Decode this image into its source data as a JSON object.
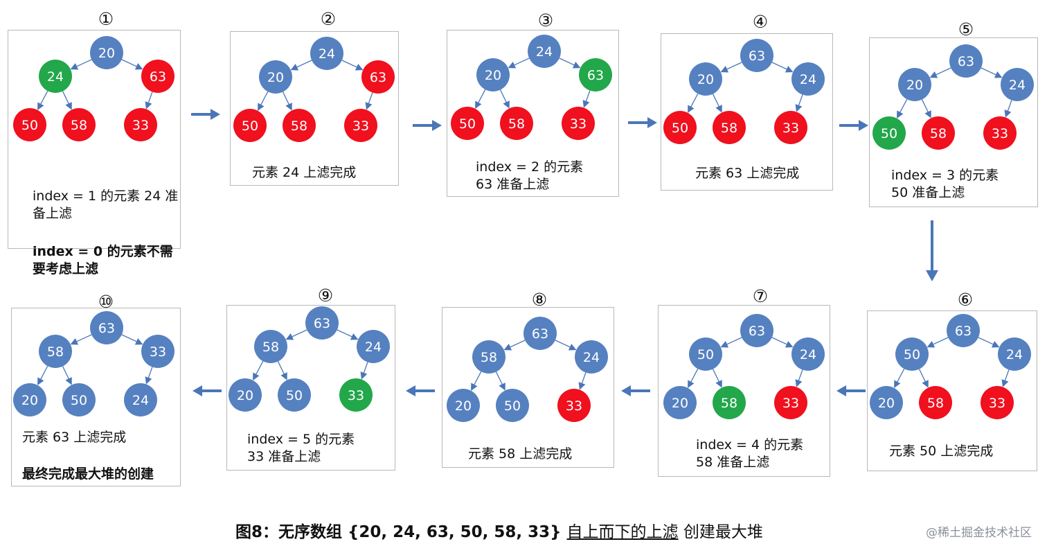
{
  "colors": {
    "blue": "#5681c0",
    "red": "#f0101e",
    "green": "#22a74a",
    "arrow": "#4a76b8"
  },
  "steps": [
    {
      "label": "①",
      "nodes": [
        "20",
        "24",
        "63",
        "50",
        "58",
        "33"
      ],
      "colors": [
        "blue",
        "green",
        "red",
        "red",
        "red",
        "red"
      ],
      "caption": [
        "index = 1 的元素 24 准",
        "备上滤"
      ],
      "bold_caption": [
        "index = 0 的元素不需",
        "要考虑上滤"
      ]
    },
    {
      "label": "②",
      "nodes": [
        "24",
        "20",
        "63",
        "50",
        "58",
        "33"
      ],
      "colors": [
        "blue",
        "blue",
        "red",
        "red",
        "red",
        "red"
      ],
      "caption": [
        "元素 24 上滤完成"
      ]
    },
    {
      "label": "③",
      "nodes": [
        "24",
        "20",
        "63",
        "50",
        "58",
        "33"
      ],
      "colors": [
        "blue",
        "blue",
        "green",
        "red",
        "red",
        "red"
      ],
      "caption": [
        "index = 2 的元素",
        "63 准备上滤"
      ]
    },
    {
      "label": "④",
      "nodes": [
        "63",
        "20",
        "24",
        "50",
        "58",
        "33"
      ],
      "colors": [
        "blue",
        "blue",
        "blue",
        "red",
        "red",
        "red"
      ],
      "caption": [
        "元素 63 上滤完成"
      ]
    },
    {
      "label": "⑤",
      "nodes": [
        "63",
        "20",
        "24",
        "50",
        "58",
        "33"
      ],
      "colors": [
        "blue",
        "blue",
        "blue",
        "green",
        "red",
        "red"
      ],
      "caption": [
        "index = 3 的元素",
        "50 准备上滤"
      ]
    },
    {
      "label": "⑥",
      "nodes": [
        "63",
        "50",
        "24",
        "20",
        "58",
        "33"
      ],
      "colors": [
        "blue",
        "blue",
        "blue",
        "blue",
        "red",
        "red"
      ],
      "caption": [
        "元素 50 上滤完成"
      ]
    },
    {
      "label": "⑦",
      "nodes": [
        "63",
        "50",
        "24",
        "20",
        "58",
        "33"
      ],
      "colors": [
        "blue",
        "blue",
        "blue",
        "blue",
        "green",
        "red"
      ],
      "caption": [
        "index = 4 的元素",
        "58 准备上滤"
      ]
    },
    {
      "label": "⑧",
      "nodes": [
        "63",
        "58",
        "24",
        "20",
        "50",
        "33"
      ],
      "colors": [
        "blue",
        "blue",
        "blue",
        "blue",
        "blue",
        "red"
      ],
      "caption": [
        "元素 58 上滤完成"
      ]
    },
    {
      "label": "⑨",
      "nodes": [
        "63",
        "58",
        "24",
        "20",
        "50",
        "33"
      ],
      "colors": [
        "blue",
        "blue",
        "blue",
        "blue",
        "blue",
        "green"
      ],
      "caption": [
        "index = 5 的元素",
        "33 准备上滤"
      ]
    },
    {
      "label": "⑩",
      "nodes": [
        "63",
        "58",
        "33",
        "20",
        "50",
        "24"
      ],
      "colors": [
        "blue",
        "blue",
        "blue",
        "blue",
        "blue",
        "blue"
      ],
      "caption": [
        "元素 63 上滤完成"
      ],
      "bold_caption": [
        "最终完成最大堆的创建"
      ]
    }
  ],
  "figure_caption": {
    "prefix": "图8：无序数组 {20, 24, 63, 50, 58, 33} ",
    "underlined": "自上而下的上滤",
    "suffix": " 创建最大堆"
  },
  "watermark": "@稀土掘金技术社区"
}
